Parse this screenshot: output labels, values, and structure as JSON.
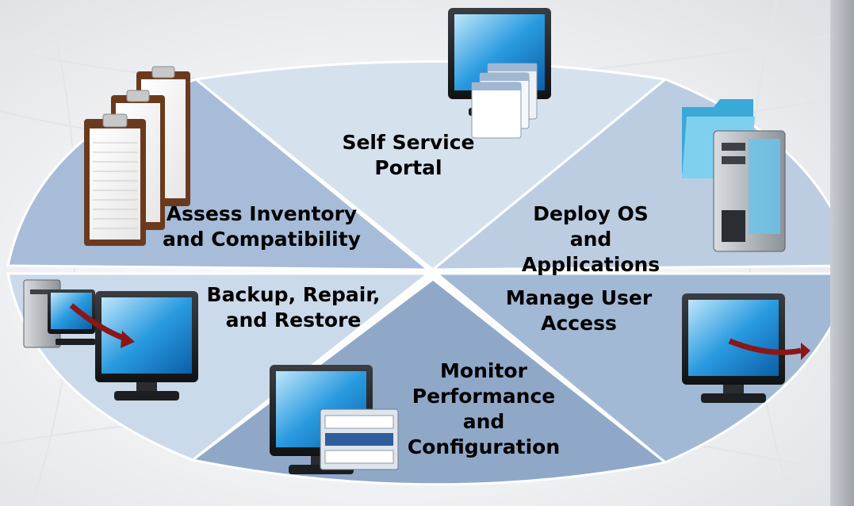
{
  "cycle": {
    "segments": [
      {
        "label": "Self Service\nPortal",
        "icon": "monitor-windows-icon",
        "fill": "#d5e2ee"
      },
      {
        "label": "Deploy OS\nand\nApplications",
        "icon": "folder-server-icon",
        "fill": "#bccde2"
      },
      {
        "label": "Manage User\nAccess",
        "icon": "monitor-arrow-out-icon",
        "fill": "#a2b9d6"
      },
      {
        "label": "Monitor\nPerformance\nand\nConfiguration",
        "icon": "monitor-dashboard-icon",
        "fill": "#90a8c8"
      },
      {
        "label": "Backup, Repair,\nand Restore",
        "icon": "computer-transfer-icon",
        "fill": "#cbdaea"
      },
      {
        "label": "Assess Inventory\nand Compatibility",
        "icon": "clipboards-icon",
        "fill": "#a7bcd8"
      }
    ]
  }
}
